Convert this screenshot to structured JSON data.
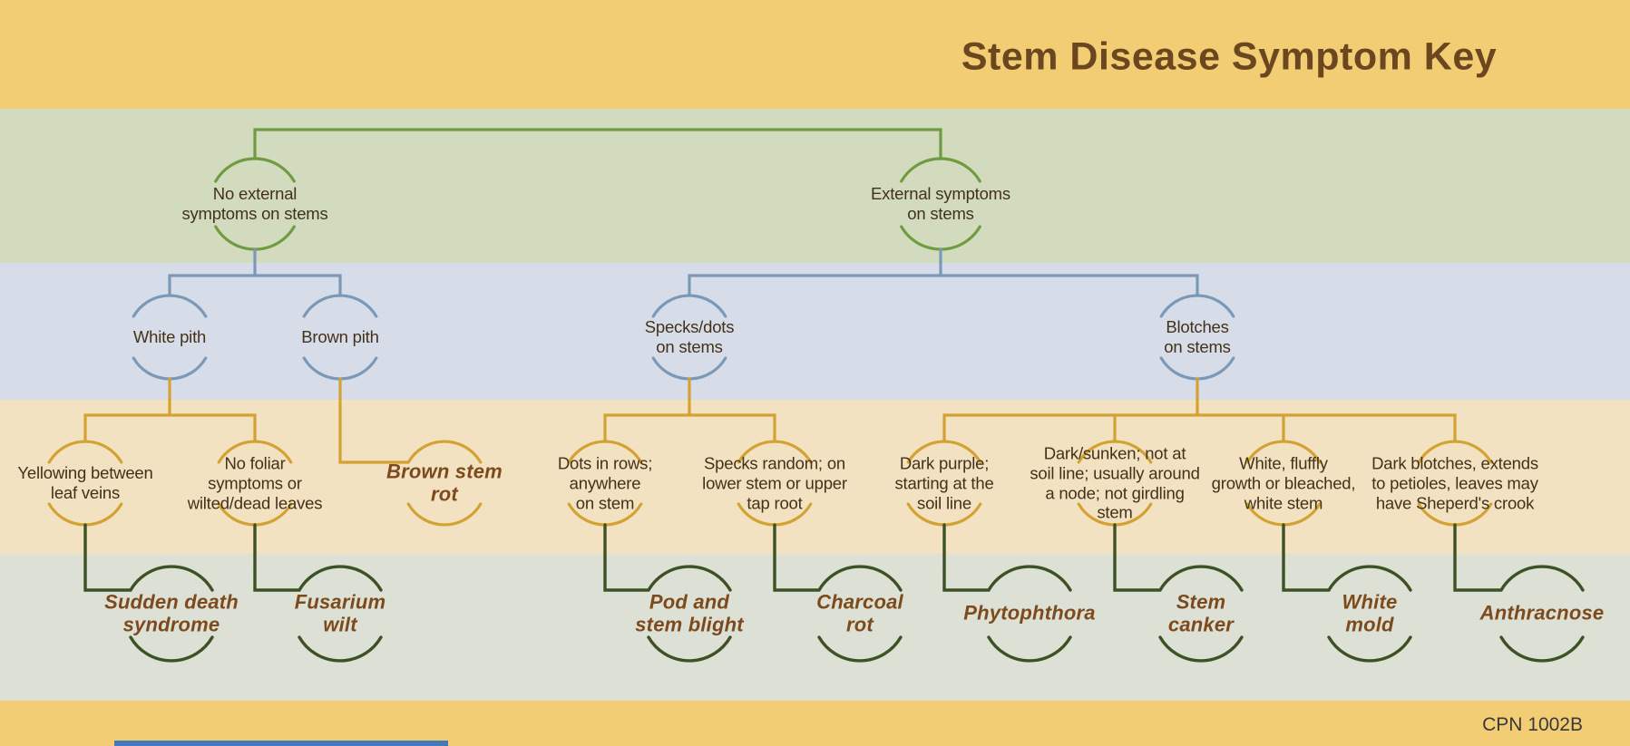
{
  "title": "Stem Disease Symptom Key",
  "footer_code": "CPN 1002B",
  "colors": {
    "band_title": "#f2cd74",
    "band_level1": "#d2dbbd",
    "band_level2": "#d7dde8",
    "band_level3": "#f2e2c1",
    "band_results": "#dde1d5",
    "band_footer": "#f2cd74",
    "line_level1_green": "#6f9b41",
    "line_level2_blue": "#7b99b7",
    "line_level3_gold": "#d3a233",
    "line_results_darkgreen": "#3d5224",
    "text_node": "#43321a",
    "text_result": "#7c4a1c",
    "text_title": "#6b4720"
  },
  "nodes": {
    "no_external": "No external\nsymptoms on stems",
    "external": "External symptoms\non stems",
    "white_pith": "White pith",
    "brown_pith": "Brown pith",
    "specks_dots": "Specks/dots\non stems",
    "blotches": "Blotches\non stems",
    "yellowing": "Yellowing between\nleaf veins",
    "no_foliar": "No foliar\nsymptoms or\nwilted/dead leaves",
    "dots_rows": "Dots in rows;\nanywhere\non stem",
    "specks_random": "Specks random; on\nlower stem or upper\ntap root",
    "dark_purple": "Dark purple;\nstarting at the\nsoil line",
    "dark_sunken": "Dark/sunken; not at\nsoil line; usually around\na node; not girdling\nstem",
    "white_fluffy": "White, fluffly\ngrowth or bleached,\nwhite stem",
    "dark_blotches": "Dark blotches, extends\nto petioles, leaves may\nhave Sheperd's crook"
  },
  "results": {
    "brown_stem_rot": "Brown stem\nrot",
    "sds": "Sudden death\nsyndrome",
    "fusarium": "Fusarium\nwilt",
    "pod_stem_blight": "Pod and\nstem blight",
    "charcoal": "Charcoal\nrot",
    "phytophthora": "Phytophthora",
    "stem_canker": "Stem\ncanker",
    "white_mold": "White\nmold",
    "anthracnose": "Anthracnose"
  }
}
